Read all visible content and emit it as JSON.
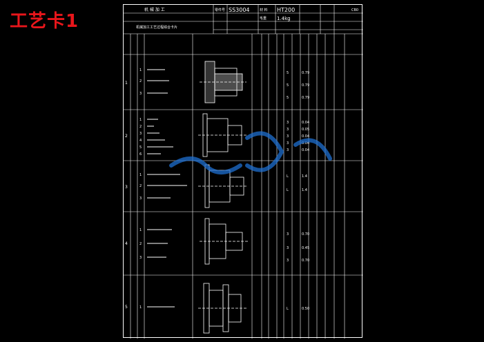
{
  "title": "工艺卡1",
  "header": {
    "left_top": "机 械 加 工",
    "left_sub": "机械加工工艺过程综合卡片",
    "part_no_label": "零件号",
    "part_no": "SS3004",
    "material_label": "材 料",
    "material": "HT200",
    "weight_label": "毛重",
    "weight": "1.4kg",
    "code": "CB0"
  },
  "steps": [
    {
      "no": "1",
      "sub": [
        "1",
        "2",
        "3"
      ],
      "speeds": [
        "5",
        "5",
        "5"
      ],
      "vals": [
        "0.79",
        "0.79",
        "0.79"
      ]
    },
    {
      "no": "2",
      "sub": [
        "1",
        "2",
        "3",
        "4",
        "5",
        "6"
      ],
      "speeds": [
        "3",
        "3",
        "3",
        "3",
        "3"
      ],
      "vals": [
        "0.04",
        "0.05",
        "0.04",
        "0.04",
        "0.04"
      ]
    },
    {
      "no": "3",
      "sub": [
        "1",
        "2",
        "3"
      ],
      "speeds": [
        "L",
        "L"
      ],
      "vals": [
        "1.4",
        "1.4"
      ]
    },
    {
      "no": "4",
      "sub": [
        "1",
        "2",
        "3"
      ],
      "speeds": [
        "3",
        "3",
        "3"
      ],
      "vals": [
        "0.70",
        "0.45",
        "0.70"
      ]
    },
    {
      "no": "5",
      "sub": [
        "1"
      ],
      "speeds": [
        "L"
      ],
      "vals": [
        "0.50"
      ]
    }
  ]
}
